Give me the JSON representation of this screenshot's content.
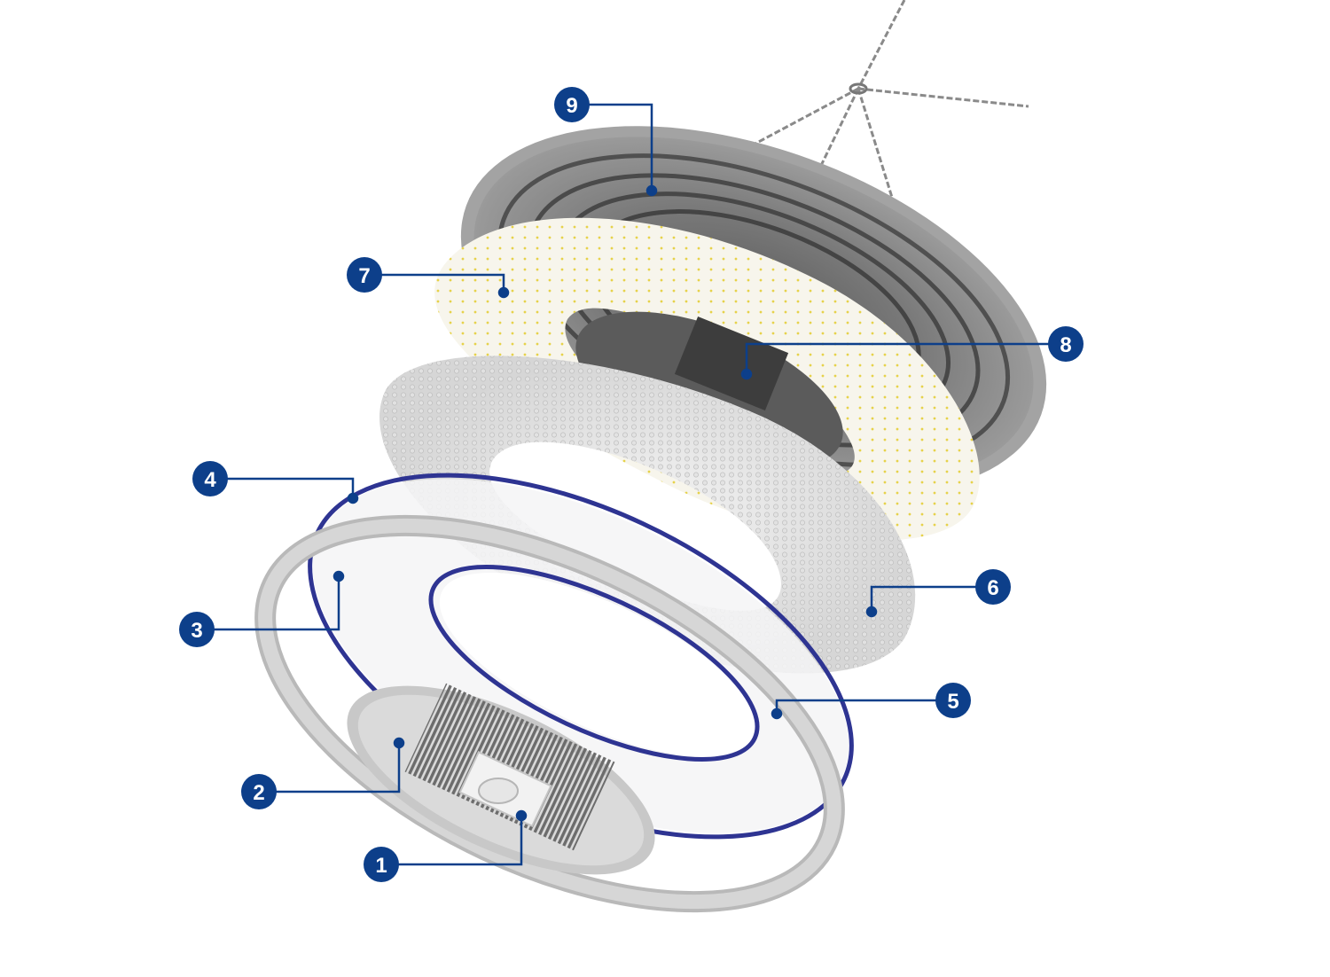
{
  "diagram": {
    "accent_color": "#0d3f8a",
    "callouts": [
      {
        "id": "c1",
        "number": "1"
      },
      {
        "id": "c2",
        "number": "2"
      },
      {
        "id": "c3",
        "number": "3"
      },
      {
        "id": "c4",
        "number": "4"
      },
      {
        "id": "c5",
        "number": "5"
      },
      {
        "id": "c6",
        "number": "6"
      },
      {
        "id": "c7",
        "number": "7"
      },
      {
        "id": "c8",
        "number": "8"
      },
      {
        "id": "c9",
        "number": "9"
      }
    ]
  }
}
